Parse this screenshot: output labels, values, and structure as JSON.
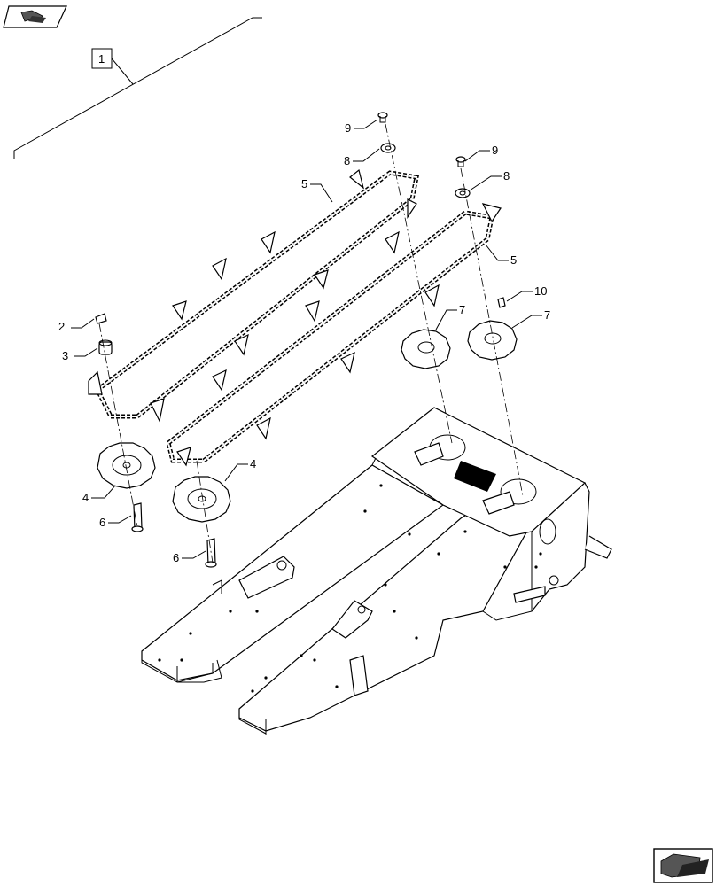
{
  "callouts": {
    "c1": "1",
    "c2": "2",
    "c3": "3",
    "c4a": "4",
    "c4b": "4",
    "c5a": "5",
    "c5b": "5",
    "c6a": "6",
    "c6b": "6",
    "c7a": "7",
    "c7b": "7",
    "c8a": "8",
    "c8b": "8",
    "c9a": "9",
    "c9b": "9",
    "c10": "10"
  },
  "icons": {
    "top_left": "previous-page-arrow-icon",
    "bottom_right": "next-page-arrow-icon"
  }
}
